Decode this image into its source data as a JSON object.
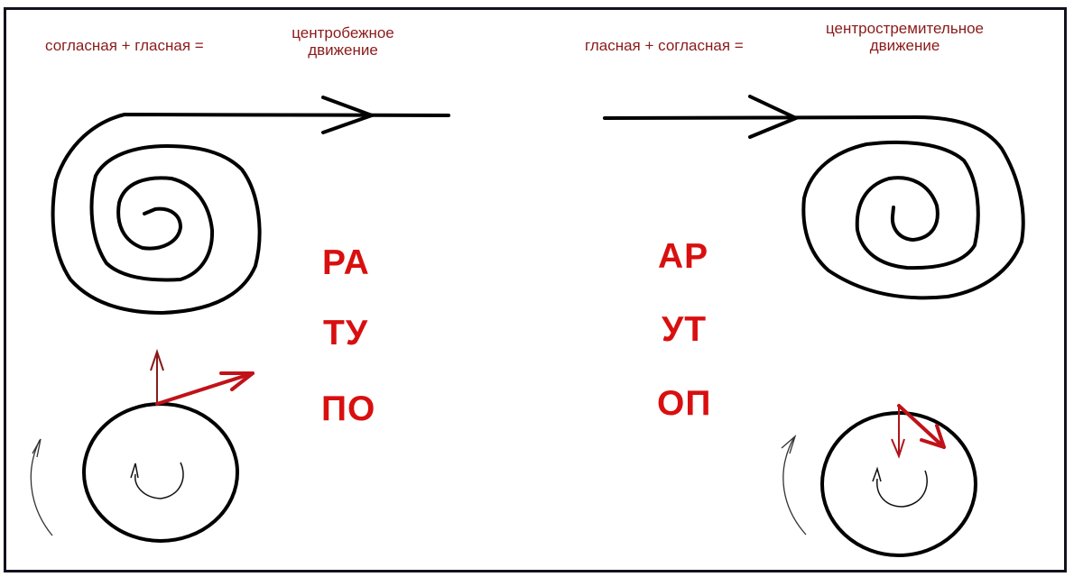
{
  "left_panel": {
    "formula": "согласная + гласная =",
    "result_line1": "центробежное",
    "result_line2": "движение",
    "syllables": [
      "РА",
      "ТУ",
      "ПО"
    ],
    "figure": "spiral-unwinding-outward",
    "wheel_vectors": [
      "up-arrow",
      "tangent-arrow-right"
    ]
  },
  "right_panel": {
    "formula": "гласная + согласная =",
    "result_line1": "центростремительное",
    "result_line2": "движение",
    "syllables": [
      "АР",
      "УТ",
      "ОП"
    ],
    "figure": "spiral-winding-inward",
    "wheel_vectors": [
      "down-arrow",
      "inward-diagonal-arrow"
    ]
  },
  "colors": {
    "caption": "#8b1a1a",
    "syllable": "#d90f0f",
    "vector": "#c0121a",
    "line": "#000000",
    "frame": "#14101e"
  }
}
